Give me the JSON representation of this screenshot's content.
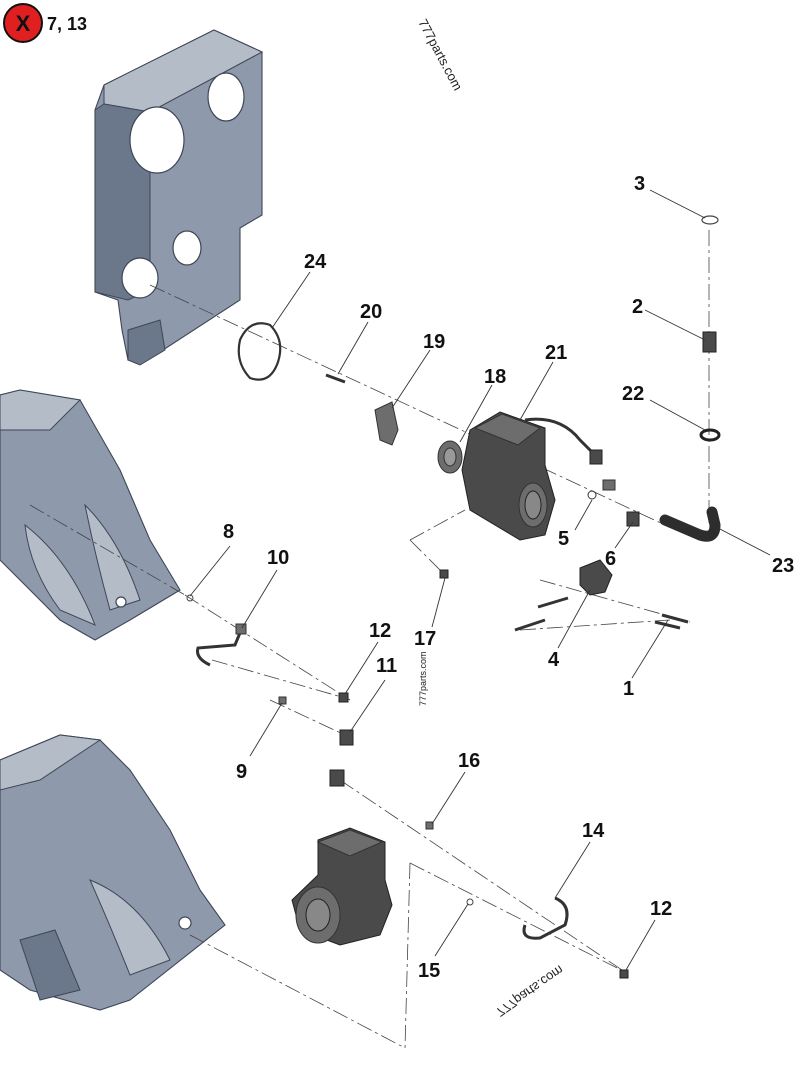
{
  "header": {
    "badge_symbol": "X",
    "badge_color": "#e02020",
    "badge_text": "7, 13"
  },
  "watermarks": [
    "777parts.com",
    "777parts.com",
    "777parts.com"
  ],
  "callouts": [
    "1",
    "2",
    "3",
    "4",
    "5",
    "6",
    "8",
    "9",
    "10",
    "11",
    "12",
    "12",
    "14",
    "15",
    "16",
    "17",
    "18",
    "19",
    "20",
    "21",
    "22",
    "23",
    "24"
  ],
  "colors": {
    "casting": "#8e9aab",
    "part": "#4a4a4a",
    "background": "#ffffff"
  }
}
